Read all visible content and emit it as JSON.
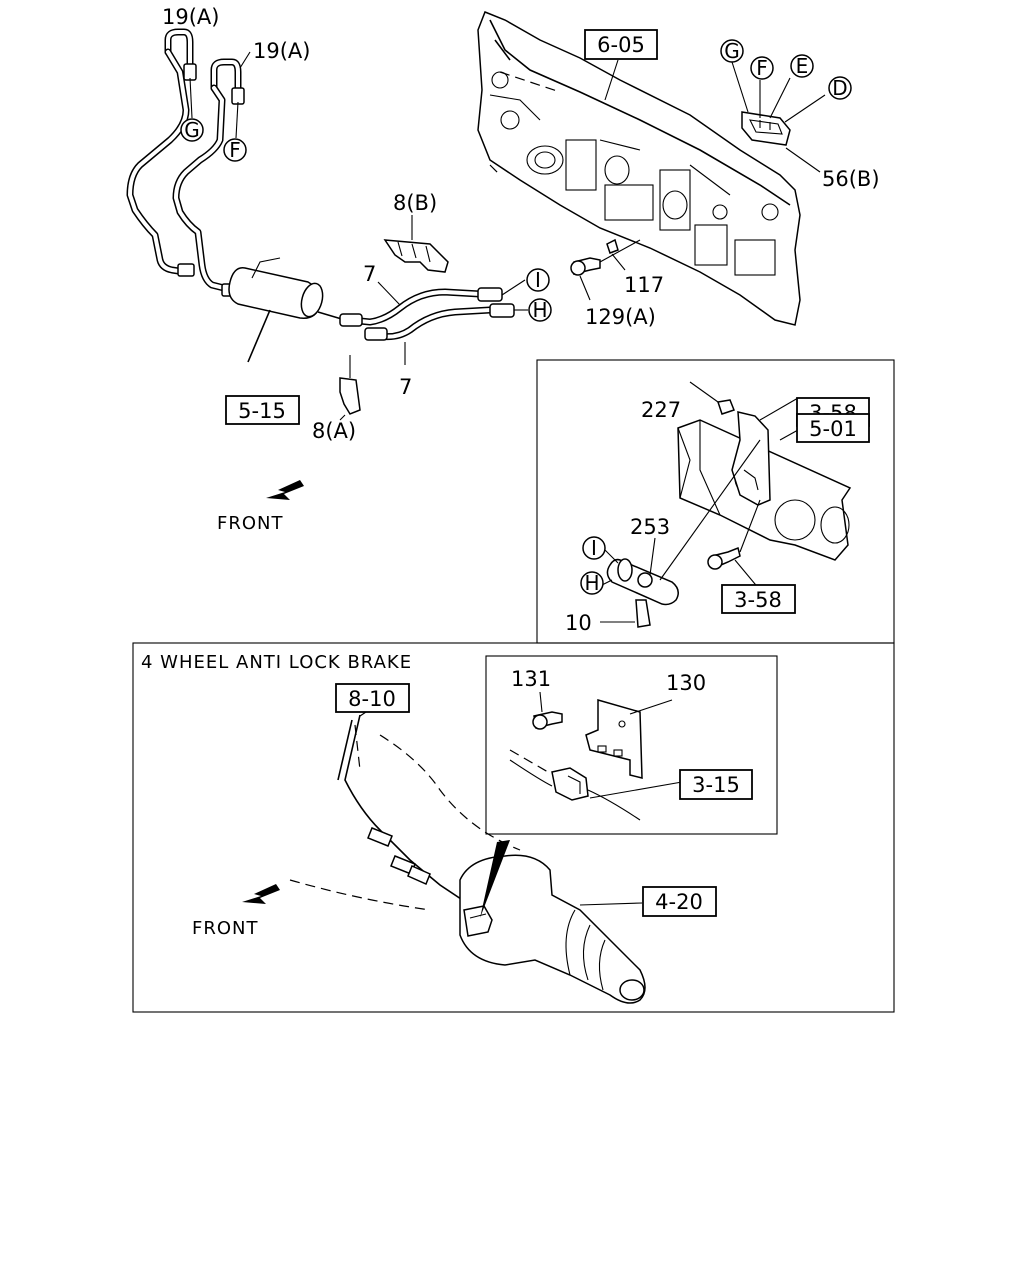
{
  "labels": {
    "part_19a_1": "19(A)",
    "part_19a_2": "19(A)",
    "part_7_top": "7",
    "part_7_bottom": "7",
    "part_8b": "8(B)",
    "part_8a": "8(A)",
    "part_117": "117",
    "part_129a": "129(A)",
    "part_56b": "56(B)",
    "part_227": "227",
    "part_253": "253",
    "part_10": "10",
    "part_131": "131",
    "part_130": "130"
  },
  "ref_boxes": {
    "r_6_05": "6-05",
    "r_5_15": "5-15",
    "r_3_58_top": "3-58",
    "r_5_01": "5-01",
    "r_3_58_bottom": "3-58",
    "r_8_10": "8-10",
    "r_3_15": "3-15",
    "r_4_20": "4-20"
  },
  "circle_markers": {
    "g_pipe": "G",
    "f_pipe": "F",
    "i_pipe": "I",
    "h_pipe": "H",
    "g_panel": "G",
    "f_panel": "F",
    "e_panel": "E",
    "d_panel": "D",
    "i_detail": "I",
    "h_detail": "H"
  },
  "front_labels": {
    "front_top": "FRONT",
    "front_bottom": "FRONT"
  },
  "section_title": "4 WHEEL ANTI LOCK BRAKE"
}
